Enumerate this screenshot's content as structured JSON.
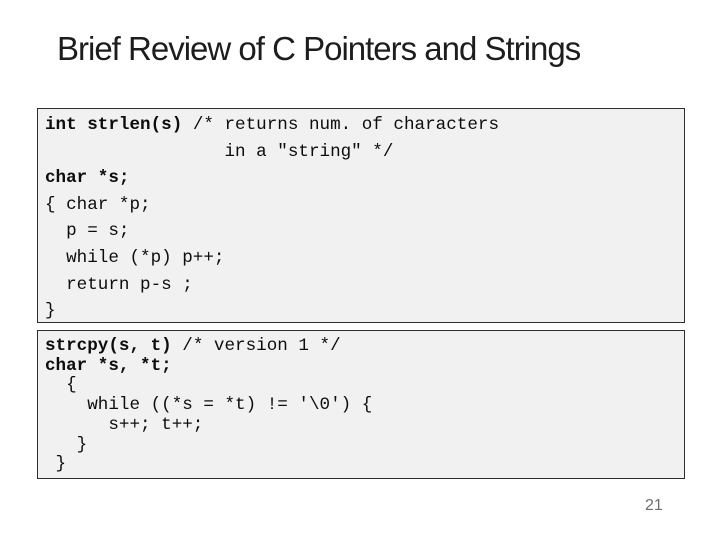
{
  "slide": {
    "title": "Brief Review of C Pointers and Strings",
    "page_number": "21"
  },
  "colors": {
    "background": "#ffffff",
    "code_box_background": "#f1f1f1",
    "code_box_border": "#2e2e2e",
    "title_text": "#1d1d1d",
    "code_text": "#0d0d0d",
    "page_number_text": "#6e6e6e"
  },
  "code_box_1": {
    "lines": [
      {
        "bold": "int strlen(s)",
        "rest": " /* returns num. of characters"
      },
      {
        "bold": "",
        "rest": "                 in a \"string\" */"
      },
      {
        "bold": "char *s;",
        "rest": ""
      },
      {
        "bold": "",
        "rest": "{ char *p;"
      },
      {
        "bold": "",
        "rest": "  p = s;"
      },
      {
        "bold": "",
        "rest": "  while (*p) p++;"
      },
      {
        "bold": "",
        "rest": "  return p-s ;"
      },
      {
        "bold": "",
        "rest": "}"
      }
    ]
  },
  "code_box_2": {
    "lines": [
      {
        "bold": "strcpy(s, t)",
        "rest": " /* version 1 */"
      },
      {
        "bold": "char *s, *t;",
        "rest": ""
      },
      {
        "bold": "",
        "rest": "  {"
      },
      {
        "bold": "",
        "rest": "    while ((*s = *t) != '\\0') {"
      },
      {
        "bold": "",
        "rest": "      s++; t++;"
      },
      {
        "bold": "",
        "rest": "   }"
      },
      {
        "bold": "",
        "rest": " }"
      }
    ]
  }
}
